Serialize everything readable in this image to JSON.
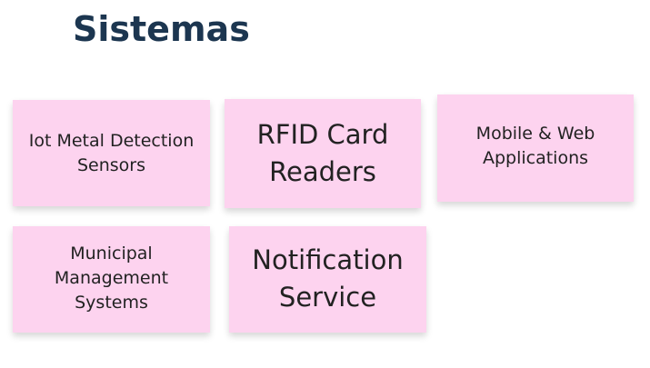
{
  "title": "Sistemas",
  "notes": [
    {
      "text": "Iot Metal Detection\nSensors"
    },
    {
      "text": "RFID Card\nReaders"
    },
    {
      "text": "Mobile & Web\nApplications"
    },
    {
      "text": "Municipal\nManagement\nSystems"
    },
    {
      "text": "Notification\nService"
    }
  ],
  "colors": {
    "title": "#1c3650",
    "sticky_note": "#fdd3ef",
    "text": "#222222",
    "background": "#ffffff"
  }
}
